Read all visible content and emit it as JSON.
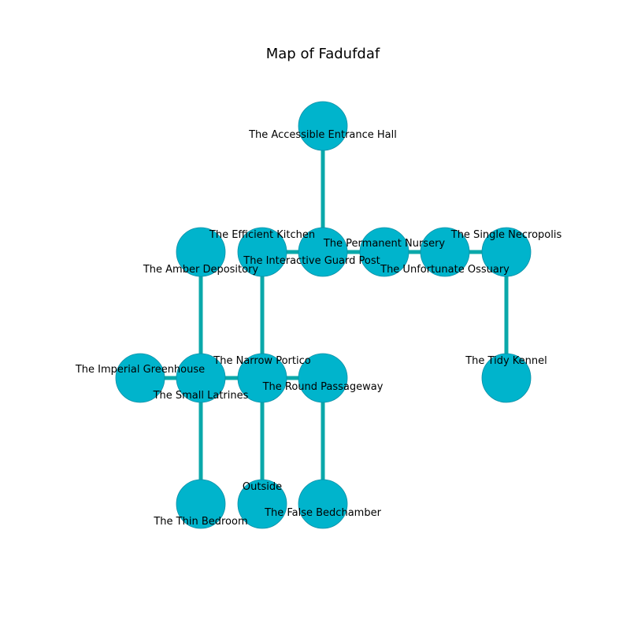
{
  "title": "Map of Fadufdaf",
  "colors": {
    "node_fill": "#00b4cc",
    "node_stroke": "#0a8fa6",
    "edge": "#0aa8aa"
  },
  "rooms": [
    {
      "id": "entrance",
      "label": "The Accessible Entrance Hall"
    },
    {
      "id": "kitchen",
      "label": "The Efficient Kitchen"
    },
    {
      "id": "guard",
      "label": "The Interactive Guard Post"
    },
    {
      "id": "nursery",
      "label": "The Permanent Nursery"
    },
    {
      "id": "ossuary",
      "label": "The Unfortunate Ossuary"
    },
    {
      "id": "necropolis",
      "label": "The Single Necropolis"
    },
    {
      "id": "amber",
      "label": "The Amber Depository"
    },
    {
      "id": "kennel",
      "label": "The Tidy Kennel"
    },
    {
      "id": "greenhouse",
      "label": "The Imperial Greenhouse"
    },
    {
      "id": "latrines",
      "label": "The Small Latrines"
    },
    {
      "id": "portico",
      "label": "The Narrow Portico"
    },
    {
      "id": "passageway",
      "label": "The Round Passageway"
    },
    {
      "id": "thin",
      "label": "The Thin Bedroom"
    },
    {
      "id": "outside",
      "label": "Outside"
    },
    {
      "id": "false",
      "label": "The False Bedchamber"
    }
  ],
  "connections": [
    [
      "entrance",
      "guard"
    ],
    [
      "kitchen",
      "guard"
    ],
    [
      "guard",
      "nursery"
    ],
    [
      "nursery",
      "ossuary"
    ],
    [
      "ossuary",
      "necropolis"
    ],
    [
      "necropolis",
      "kennel"
    ],
    [
      "amber",
      "latrines"
    ],
    [
      "kitchen",
      "portico"
    ],
    [
      "greenhouse",
      "latrines"
    ],
    [
      "latrines",
      "portico"
    ],
    [
      "portico",
      "passageway"
    ],
    [
      "latrines",
      "thin"
    ],
    [
      "portico",
      "outside"
    ],
    [
      "passageway",
      "false"
    ]
  ]
}
